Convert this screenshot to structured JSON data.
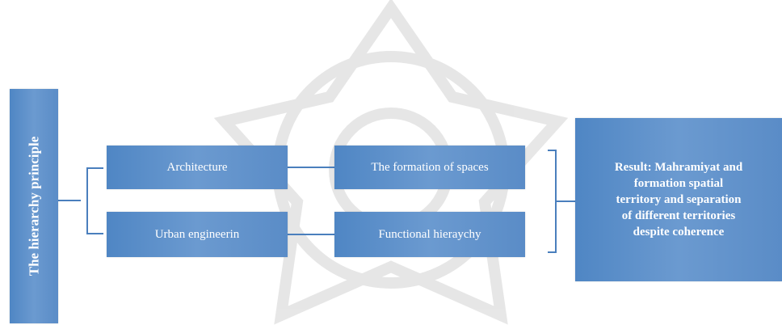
{
  "diagram": {
    "root_label": "The hierarchy principle",
    "branches": [
      {
        "left": "Architecture",
        "right": "The formation  of spaces"
      },
      {
        "left": "Urban engineerin",
        "right": "Functional  hieraychy"
      }
    ],
    "result": "Result: Mahramiyat and\nformation spatial\nterritory and separation\nof different territories\ndespite coherence",
    "colors": {
      "box": "#5a8cc7",
      "connector": "#4a7fbd",
      "text": "#ffffff"
    }
  }
}
